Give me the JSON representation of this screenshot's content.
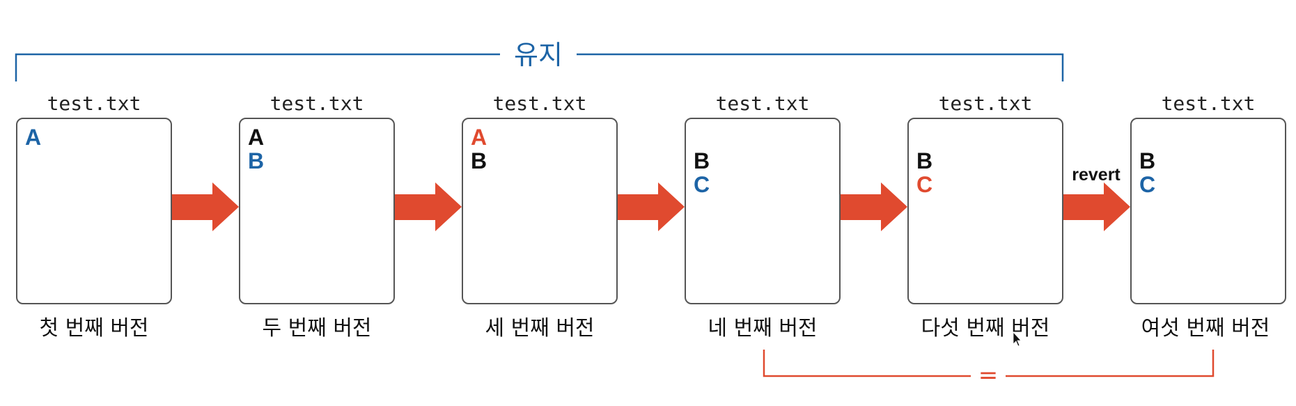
{
  "colors": {
    "blue": "#1d64a6",
    "red": "#e04a2f",
    "black": "#111111",
    "arrow": "#e04a2f",
    "box_border": "#555555"
  },
  "brackets": {
    "keep_label": "유지",
    "equal_label": "="
  },
  "transitions": {
    "revert_label": "revert"
  },
  "versions": [
    {
      "filename": "test.txt",
      "caption": "첫 번째 버전",
      "lines": [
        {
          "text": "A",
          "color": "blue"
        },
        {
          "text": "",
          "color": "black"
        },
        {
          "text": "",
          "color": "black"
        }
      ]
    },
    {
      "filename": "test.txt",
      "caption": "두 번째 버전",
      "lines": [
        {
          "text": "A",
          "color": "black"
        },
        {
          "text": "B",
          "color": "blue"
        },
        {
          "text": "",
          "color": "black"
        }
      ]
    },
    {
      "filename": "test.txt",
      "caption": "세 번째 버전",
      "lines": [
        {
          "text": "A",
          "color": "red"
        },
        {
          "text": "B",
          "color": "black"
        },
        {
          "text": "",
          "color": "black"
        }
      ]
    },
    {
      "filename": "test.txt",
      "caption": "네 번째 버전",
      "lines": [
        {
          "text": "",
          "color": "black"
        },
        {
          "text": "B",
          "color": "black"
        },
        {
          "text": "C",
          "color": "blue"
        }
      ]
    },
    {
      "filename": "test.txt",
      "caption": "다섯 번째 버전",
      "lines": [
        {
          "text": "",
          "color": "black"
        },
        {
          "text": "B",
          "color": "black"
        },
        {
          "text": "C",
          "color": "red"
        }
      ]
    },
    {
      "filename": "test.txt",
      "caption": "여섯 번째 버전",
      "lines": [
        {
          "text": "",
          "color": "black"
        },
        {
          "text": "B",
          "color": "black"
        },
        {
          "text": "C",
          "color": "blue"
        }
      ]
    }
  ]
}
